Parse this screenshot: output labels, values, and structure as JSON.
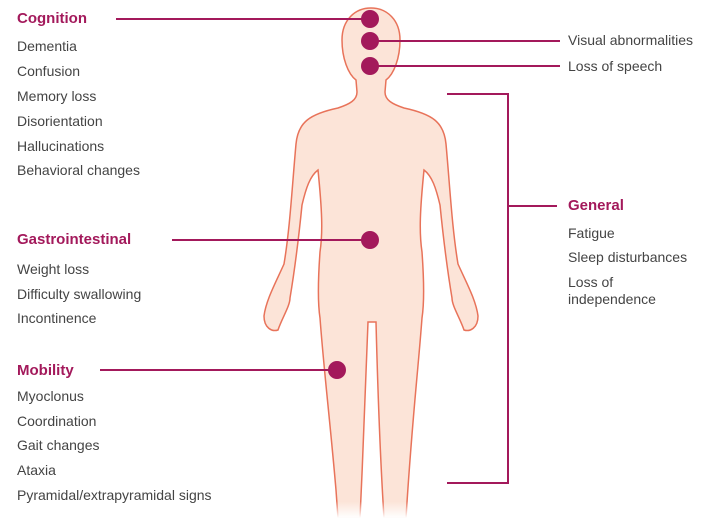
{
  "colors": {
    "accent": "#a3195b",
    "text": "#444444",
    "body_fill": "#fce4d8",
    "body_outline": "#e8735a"
  },
  "groups": {
    "cognition": {
      "heading": "Cognition",
      "items": [
        "Dementia",
        "Confusion",
        "Memory loss",
        "Disorientation",
        "Hallucinations",
        "Behavioral changes"
      ]
    },
    "gastrointestinal": {
      "heading": "Gastrointestinal",
      "items": [
        "Weight loss",
        "Difficulty swallowing",
        "Incontinence"
      ]
    },
    "mobility": {
      "heading": "Mobility",
      "items": [
        "Myoclonus",
        "Coordination",
        "Gait changes",
        "Ataxia",
        "Pyramidal/extrapyramidal signs"
      ]
    },
    "general": {
      "heading": "General",
      "items": [
        "Fatigue",
        "Sleep disturbances",
        "Loss of independence"
      ]
    },
    "head_labels": [
      "Visual abnormalities",
      "Loss of speech"
    ]
  }
}
